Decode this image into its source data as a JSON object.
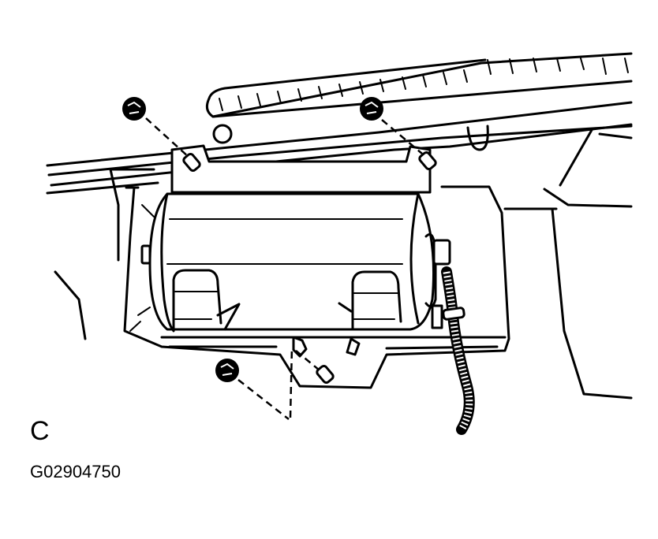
{
  "diagram": {
    "subject": "Airbag module installation in instrument panel",
    "view_label": "C",
    "figure_id": "G02904750",
    "components": [
      {
        "name": "instrument-panel-upper",
        "label": ""
      },
      {
        "name": "airbag-module",
        "label": ""
      },
      {
        "name": "mounting-bracket",
        "label": ""
      },
      {
        "name": "nuts",
        "count": 3,
        "label": ""
      },
      {
        "name": "studs",
        "count": 3,
        "label": ""
      },
      {
        "name": "electrical-connector",
        "label": ""
      },
      {
        "name": "wiring-harness-conduit",
        "label": ""
      }
    ],
    "colors": {
      "line": "#000000",
      "background": "#ffffff"
    }
  }
}
